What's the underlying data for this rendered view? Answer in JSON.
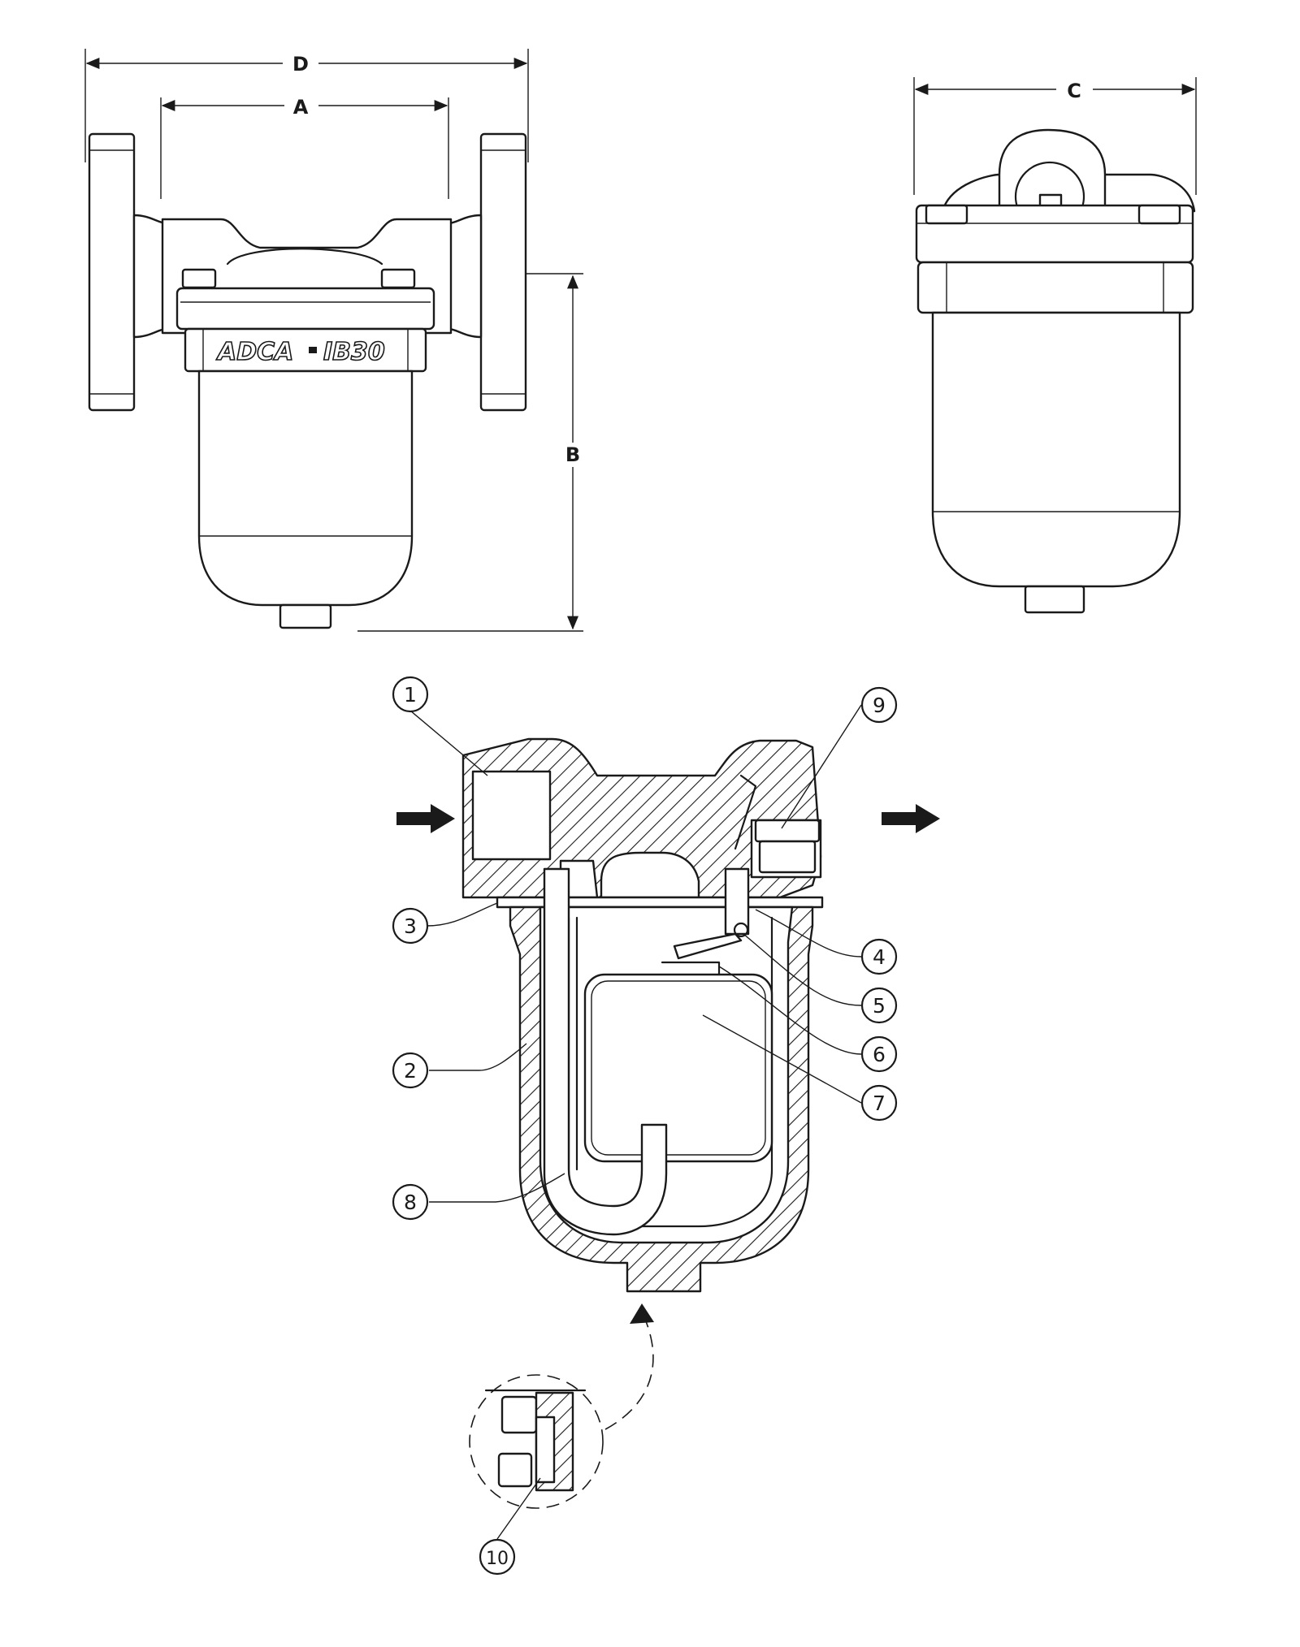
{
  "dimensions": {
    "d": "D",
    "a": "A",
    "b": "B",
    "c": "C"
  },
  "nameplate": {
    "brand": "ADCA",
    "model": "IB30"
  },
  "callouts": [
    {
      "label": "1"
    },
    {
      "label": "9"
    },
    {
      "label": "3"
    },
    {
      "label": "4"
    },
    {
      "label": "5"
    },
    {
      "label": "6"
    },
    {
      "label": "2"
    },
    {
      "label": "7"
    },
    {
      "label": "8"
    },
    {
      "label": "10"
    }
  ]
}
